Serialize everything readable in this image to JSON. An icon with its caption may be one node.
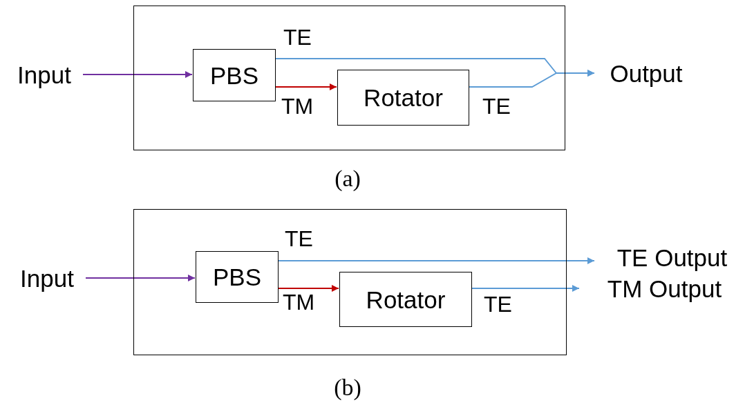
{
  "diagram": {
    "nodes": [
      {
        "text": [],
        "shape": "box"
      },
      {
        "text": [
          "Input"
        ]
      },
      {
        "text": [
          "PBS"
        ],
        "in": 0
      },
      {
        "text": [
          "Rotator"
        ],
        "in": 0
      },
      {
        "text": [
          "Output"
        ]
      },
      {
        "text": [],
        "shape": "box"
      },
      {
        "text": [
          "Input"
        ]
      },
      {
        "text": [
          "PBS"
        ],
        "in": 5
      },
      {
        "text": [
          "Rotator"
        ],
        "in": 5
      },
      {
        "text": [
          "TE Output"
        ]
      },
      {
        "text": [
          "TM Output"
        ]
      }
    ],
    "edges": [
      {
        "from": 1,
        "to": 2,
        "arrow": "to",
        "color": "#7030a0"
      },
      {
        "from": 2,
        "to": 4,
        "arrow": "to",
        "label": "TE"
      },
      {
        "from": 2,
        "to": 3,
        "arrow": "to",
        "label": "TM",
        "color": "#c00000"
      },
      {
        "from": 3,
        "to": 4,
        "arrow": "to",
        "label": "TE"
      },
      {
        "from": 6,
        "to": 7,
        "arrow": "to",
        "color": "#7030a0"
      },
      {
        "from": 7,
        "to": 9,
        "arrow": "to",
        "label": "TE"
      },
      {
        "from": 7,
        "to": 8,
        "arrow": "to",
        "label": "TM",
        "color": "#c00000"
      },
      {
        "from": 8,
        "to": 10,
        "arrow": "to",
        "label": "TE"
      }
    ],
    "labels": [
      "(a)",
      "(b)"
    ]
  }
}
